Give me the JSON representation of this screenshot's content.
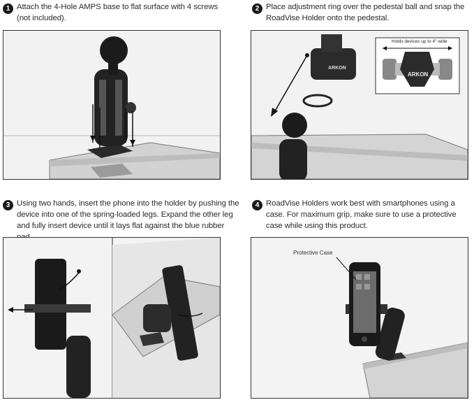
{
  "steps": [
    {
      "number": "1",
      "text": "Attach the 4-Hole AMPS base to flat surface with 4 screws (not included)."
    },
    {
      "number": "2",
      "text": "Place adjustment ring over the pedestal ball and snap the RoadVise Holder onto the pedestal."
    },
    {
      "number": "3",
      "text": "Using two hands, insert the phone into the holder by pushing the device into one of the spring-loaded legs. Expand the other leg and fully insert device until it lays flat against the blue rubber pad."
    },
    {
      "number": "4",
      "text": "RoadVise Holders work best with smartphones using a case. For maximum grip, make sure to use a protective case while using this product."
    }
  ],
  "callouts": {
    "holds_devices": "Holds devices up to 4\" wide",
    "brand": "ARKON",
    "protective_case": "Protective Case"
  }
}
